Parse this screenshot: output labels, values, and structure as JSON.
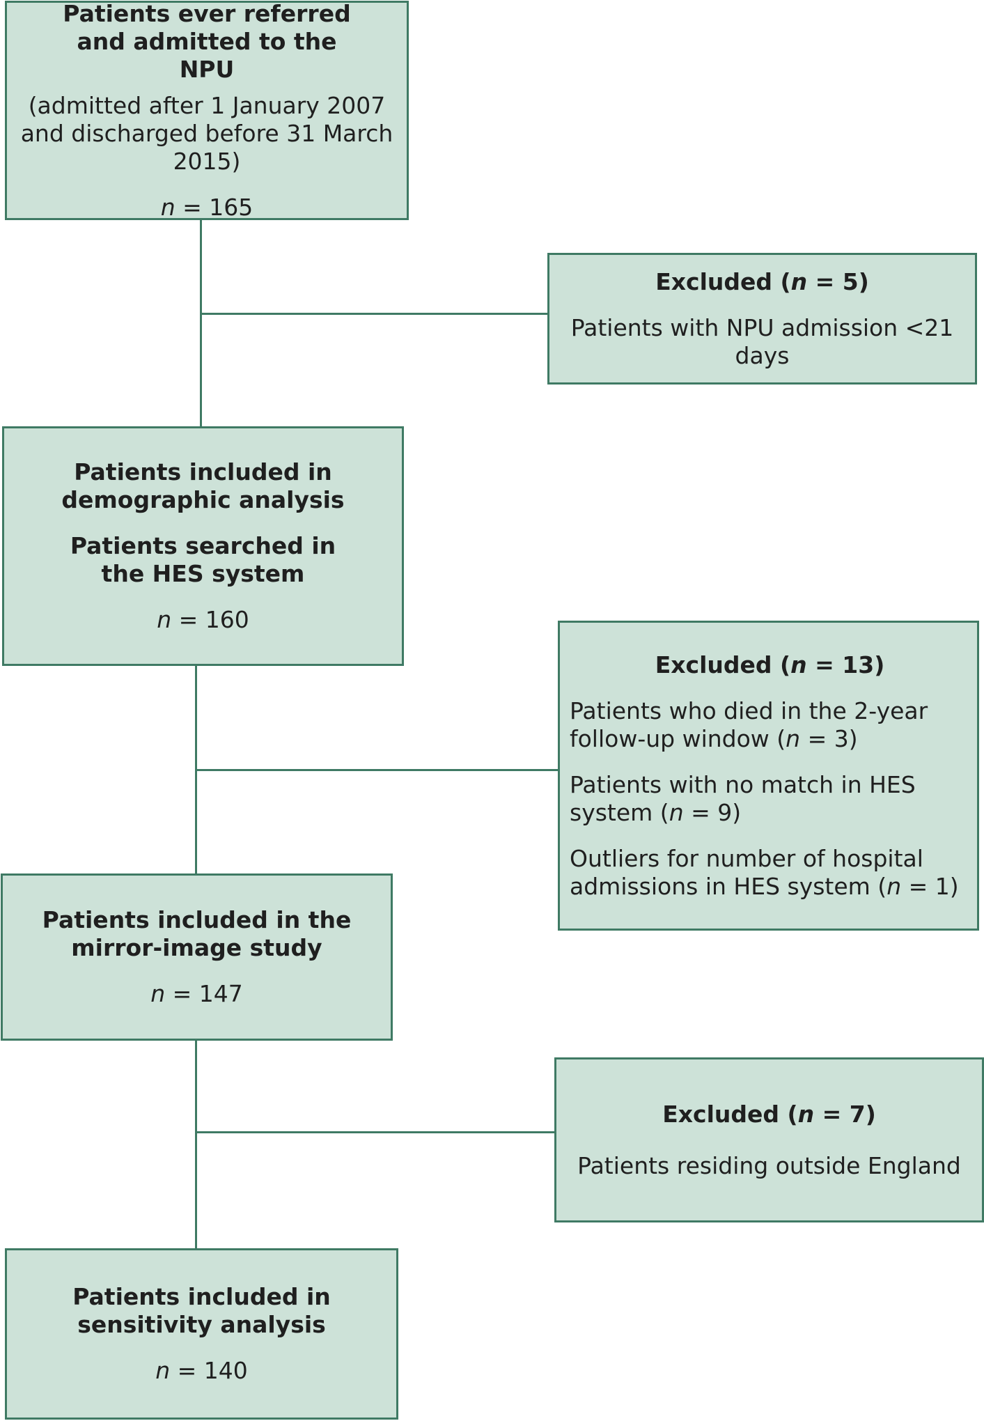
{
  "box1": {
    "title": "Patients ever referred and admitted to the NPU",
    "sub": "(admitted after 1 January 2007 and discharged before 31 March 2015)",
    "n_label": "n",
    "n_value": "= 165"
  },
  "ex1": {
    "title": "Excluded",
    "n_label": "n",
    "n_value": "= 5",
    "desc": "Patients with NPU admission <21 days"
  },
  "box2": {
    "title": "Patients included in demographic analysis",
    "title2": "Patients searched in the HES system",
    "n_label": "n",
    "n_value": "= 160"
  },
  "ex2": {
    "title": "Excluded",
    "n_label": "n",
    "n_value": "= 13",
    "item1": "Patients who died in the 2-year follow-up window",
    "item1_n": "= 3",
    "item2": "Patients with no match in HES system",
    "item2_n": "= 9",
    "item3": "Outliers for number of hospital admissions in HES system",
    "item3_n": "= 1"
  },
  "box3": {
    "title": "Patients included in the mirror-image study",
    "n_label": "n",
    "n_value": "= 147"
  },
  "ex3": {
    "title": "Excluded",
    "n_label": "n",
    "n_value": "= 7",
    "desc": "Patients residing outside England"
  },
  "box4": {
    "title": "Patients included in sensitivity analysis",
    "n_label": "n",
    "n_value": "= 140"
  }
}
